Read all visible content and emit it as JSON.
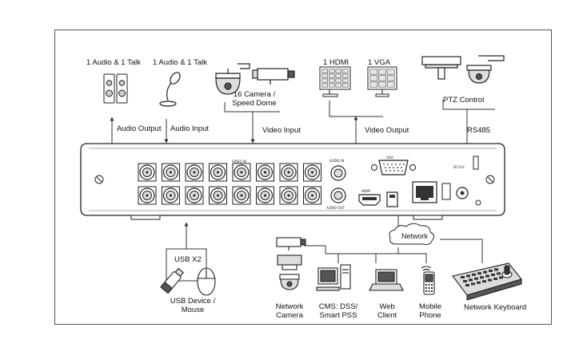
{
  "labels": {
    "audio_talk_1": "1 Audio  & 1 Talk",
    "audio_talk_2": "1 Audio & 1 Talk",
    "hdmi": "1 HDMI",
    "vga": "1 VGA",
    "camera_line1": "16 Camera /",
    "camera_line2": "Speed Dome",
    "ptz_control": "PTZ Control",
    "audio_output": "Audio  Output",
    "audio_input": "Audio  Input",
    "video_input": "Video Input",
    "video_output": "Video Output",
    "rs485": "RS485",
    "usb_x2": "USB X2",
    "usb_device_line1": "USB Device /",
    "usb_device_line2": "Mouse",
    "network": "Network",
    "network_camera_line1": "Network",
    "network_camera_line2": "Camera",
    "cms_line1": "CMS: DSS/",
    "cms_line2": "Smart PSS",
    "web_client_line1": "Web",
    "web_client_line2": "Client",
    "mobile_phone_line1": "Mobile",
    "mobile_phone_line2": "Phone",
    "network_keyboard": "Network Keyboard"
  },
  "panel_labels": {
    "video_in": "VIDEO IN",
    "audio_in": "AUDIO IN",
    "audio_out": "AUDIO OUT",
    "vga": "VGA",
    "hdmi": "HDMI",
    "power": "DC12V"
  },
  "icons": [
    "speaker-icon",
    "microphone-icon",
    "speed-dome-icon",
    "box-camera-icon",
    "monitor-icon",
    "ptz-camera-icon",
    "usb-drive-icon",
    "mouse-icon",
    "network-cloud-icon",
    "network-camera-icon",
    "desktop-pc-icon",
    "laptop-icon",
    "mobile-phone-icon",
    "keyboard-controller-icon"
  ],
  "colors": {
    "line": "#333333",
    "fill_light": "#e6e6e6",
    "fill_dark": "#555555"
  }
}
